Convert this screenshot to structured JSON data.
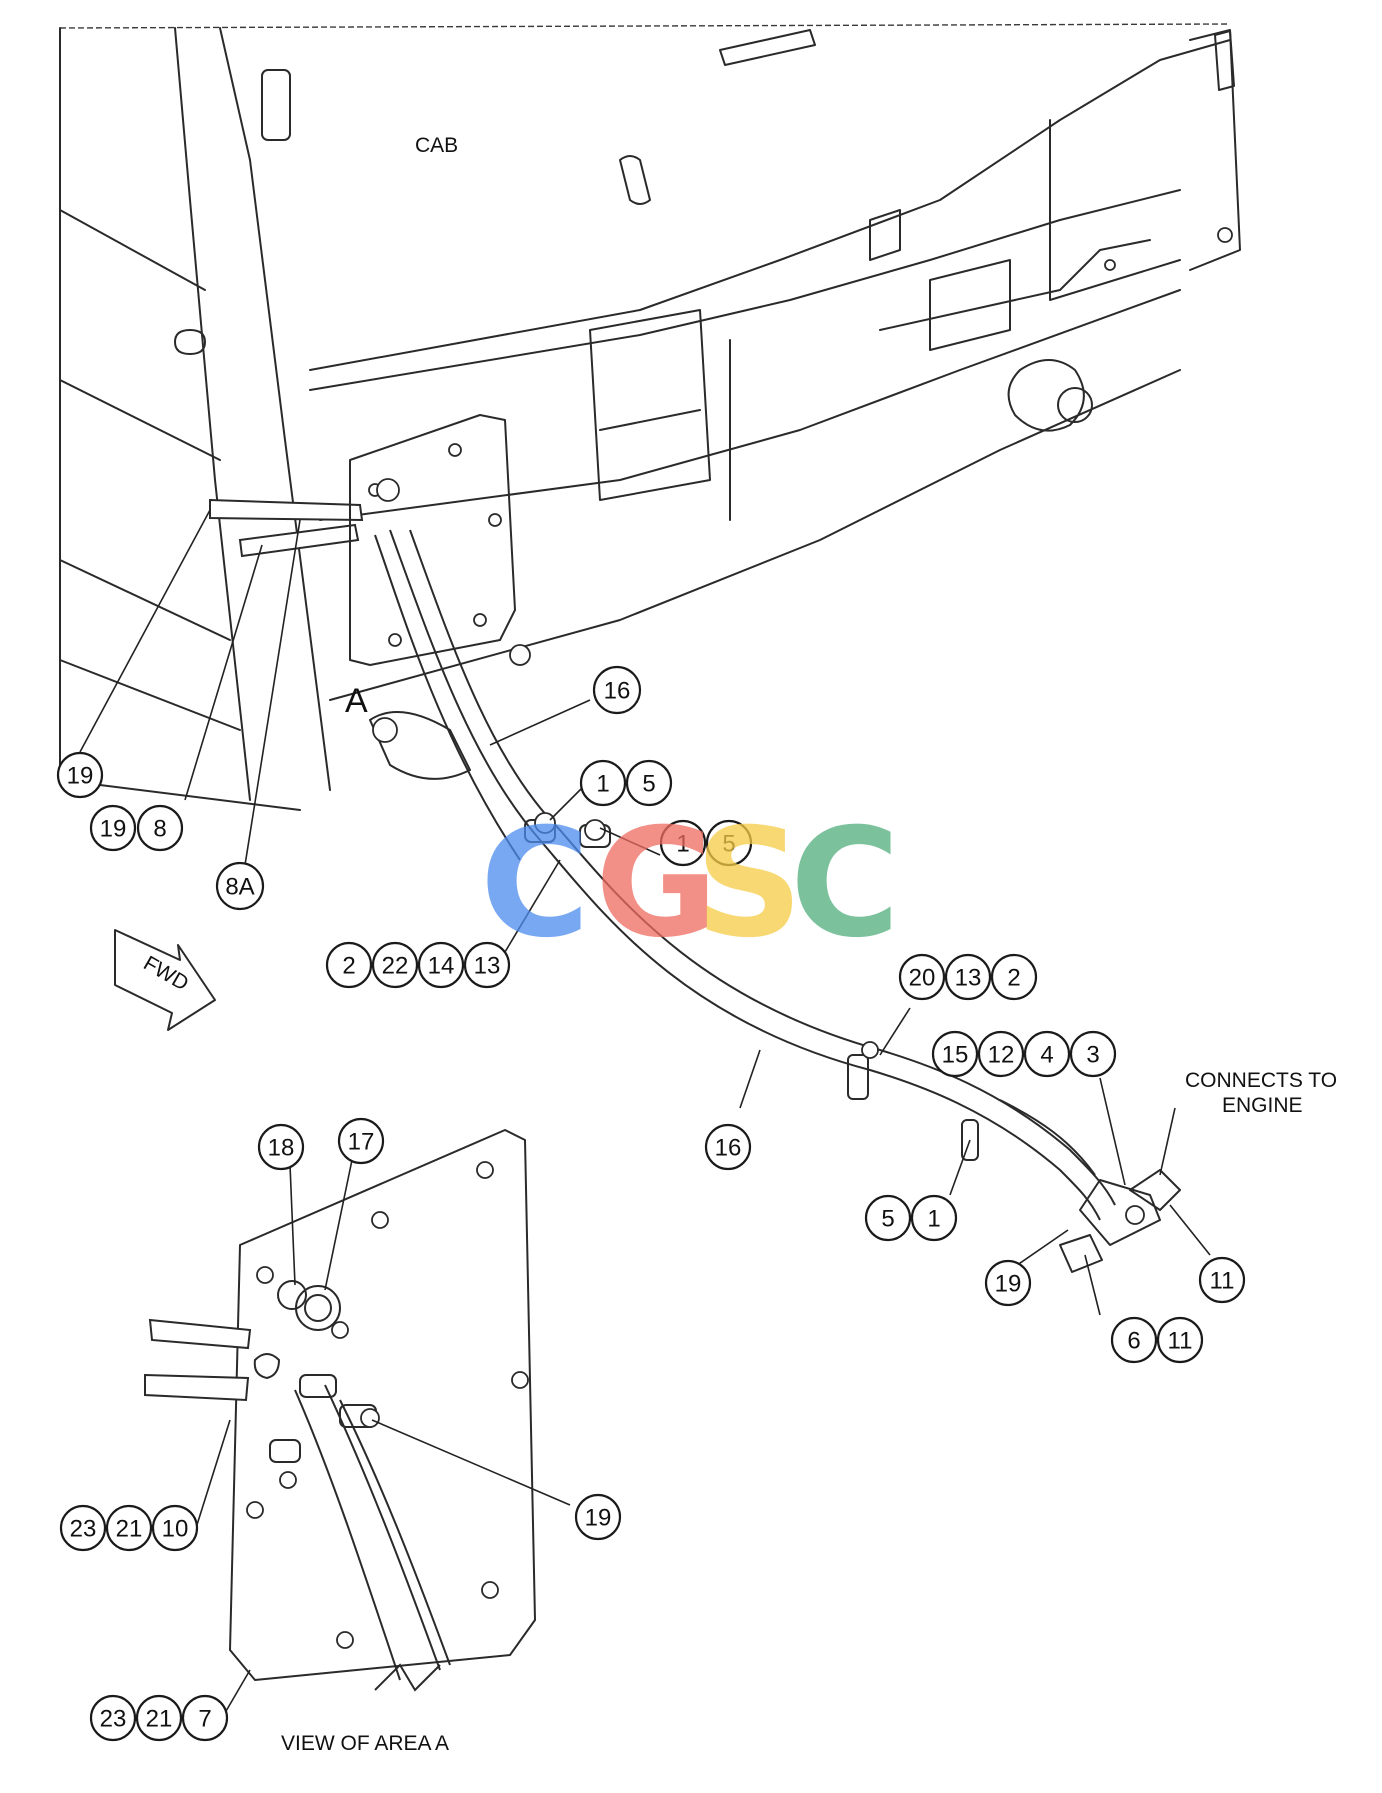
{
  "labels": {
    "cab": "CAB",
    "connects_to_engine_line1": "CONNECTS TO",
    "connects_to_engine_line2": "ENGINE",
    "view_of_area": "VIEW OF AREA A",
    "area_marker": "A",
    "fwd": "FWD"
  },
  "watermark": {
    "letters": [
      "C",
      "G",
      "S",
      "C"
    ],
    "colors": [
      "#4d8cf0",
      "#ee6b5f",
      "#f6cb45",
      "#4fae7c"
    ]
  },
  "callouts": {
    "g19a": [
      "19"
    ],
    "g19_8": [
      "19",
      "8"
    ],
    "g8a": [
      "8A"
    ],
    "g16a": [
      "16"
    ],
    "g1_5a": [
      "1",
      "5"
    ],
    "g1_5b": [
      "1",
      "5"
    ],
    "g2_22_14_13": [
      "2",
      "22",
      "14",
      "13"
    ],
    "g20_13_2": [
      "20",
      "13",
      "2"
    ],
    "g15_12_4_3": [
      "15",
      "12",
      "4",
      "3"
    ],
    "g16b": [
      "16"
    ],
    "g5_1": [
      "5",
      "1"
    ],
    "g19b": [
      "19"
    ],
    "g11": [
      "11"
    ],
    "g6_11": [
      "6",
      "11"
    ],
    "g18": [
      "18"
    ],
    "g17": [
      "17"
    ],
    "g19c": [
      "19"
    ],
    "g23_21_10": [
      "23",
      "21",
      "10"
    ],
    "g23_21_7": [
      "23",
      "21",
      "7"
    ]
  }
}
